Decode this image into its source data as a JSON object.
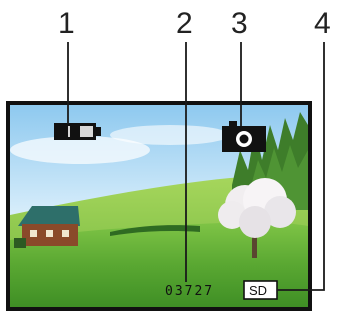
{
  "callouts": [
    {
      "number": "1",
      "target": "battery-icon"
    },
    {
      "number": "2",
      "target": "shot-counter"
    },
    {
      "number": "3",
      "target": "camera-mode-icon"
    },
    {
      "number": "4",
      "target": "sd-card-icon"
    }
  ],
  "lcd": {
    "shot_counter": "03727",
    "storage_label": "SD",
    "battery_level": 0.67,
    "mode_icon": "camera-icon"
  }
}
